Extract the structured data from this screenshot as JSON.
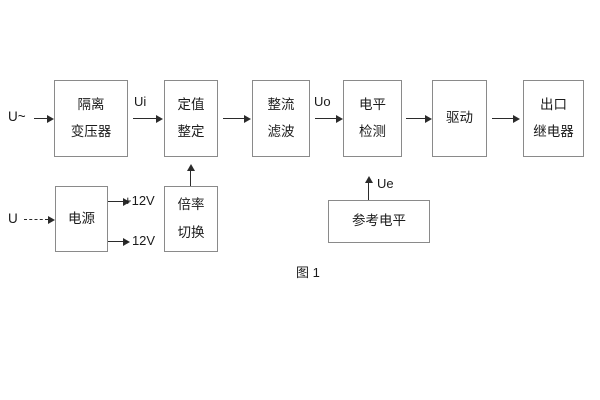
{
  "figure": {
    "caption": "图 1",
    "colors": {
      "background": "#ffffff",
      "block_border": "#8a8a8a",
      "arrow": "#2b2b2b",
      "text": "#1b1b1b"
    }
  },
  "blocks": {
    "isolation_transformer": {
      "line1": "隔离",
      "line2": "变压器"
    },
    "setting_value": {
      "line1": "定值",
      "line2": "整定"
    },
    "rectify_filter": {
      "line1": "整流",
      "line2": "滤波"
    },
    "level_detect": {
      "line1": "电平",
      "line2": "检测"
    },
    "drive": {
      "line1": "驱动"
    },
    "output_relay": {
      "line1": "出口",
      "line2": "继电器"
    },
    "power_supply": {
      "line1": "电源"
    },
    "multiplier_switch": {
      "line1": "倍率",
      "line2": "切换"
    },
    "reference_level": {
      "line1": "参考电平"
    }
  },
  "labels": {
    "input_ac": "U~",
    "input_dc": "U",
    "signal_ui": "Ui",
    "signal_uo": "Uo",
    "signal_ue": "Ue",
    "supply_positive": "+12V",
    "supply_negative": "- 12V"
  }
}
